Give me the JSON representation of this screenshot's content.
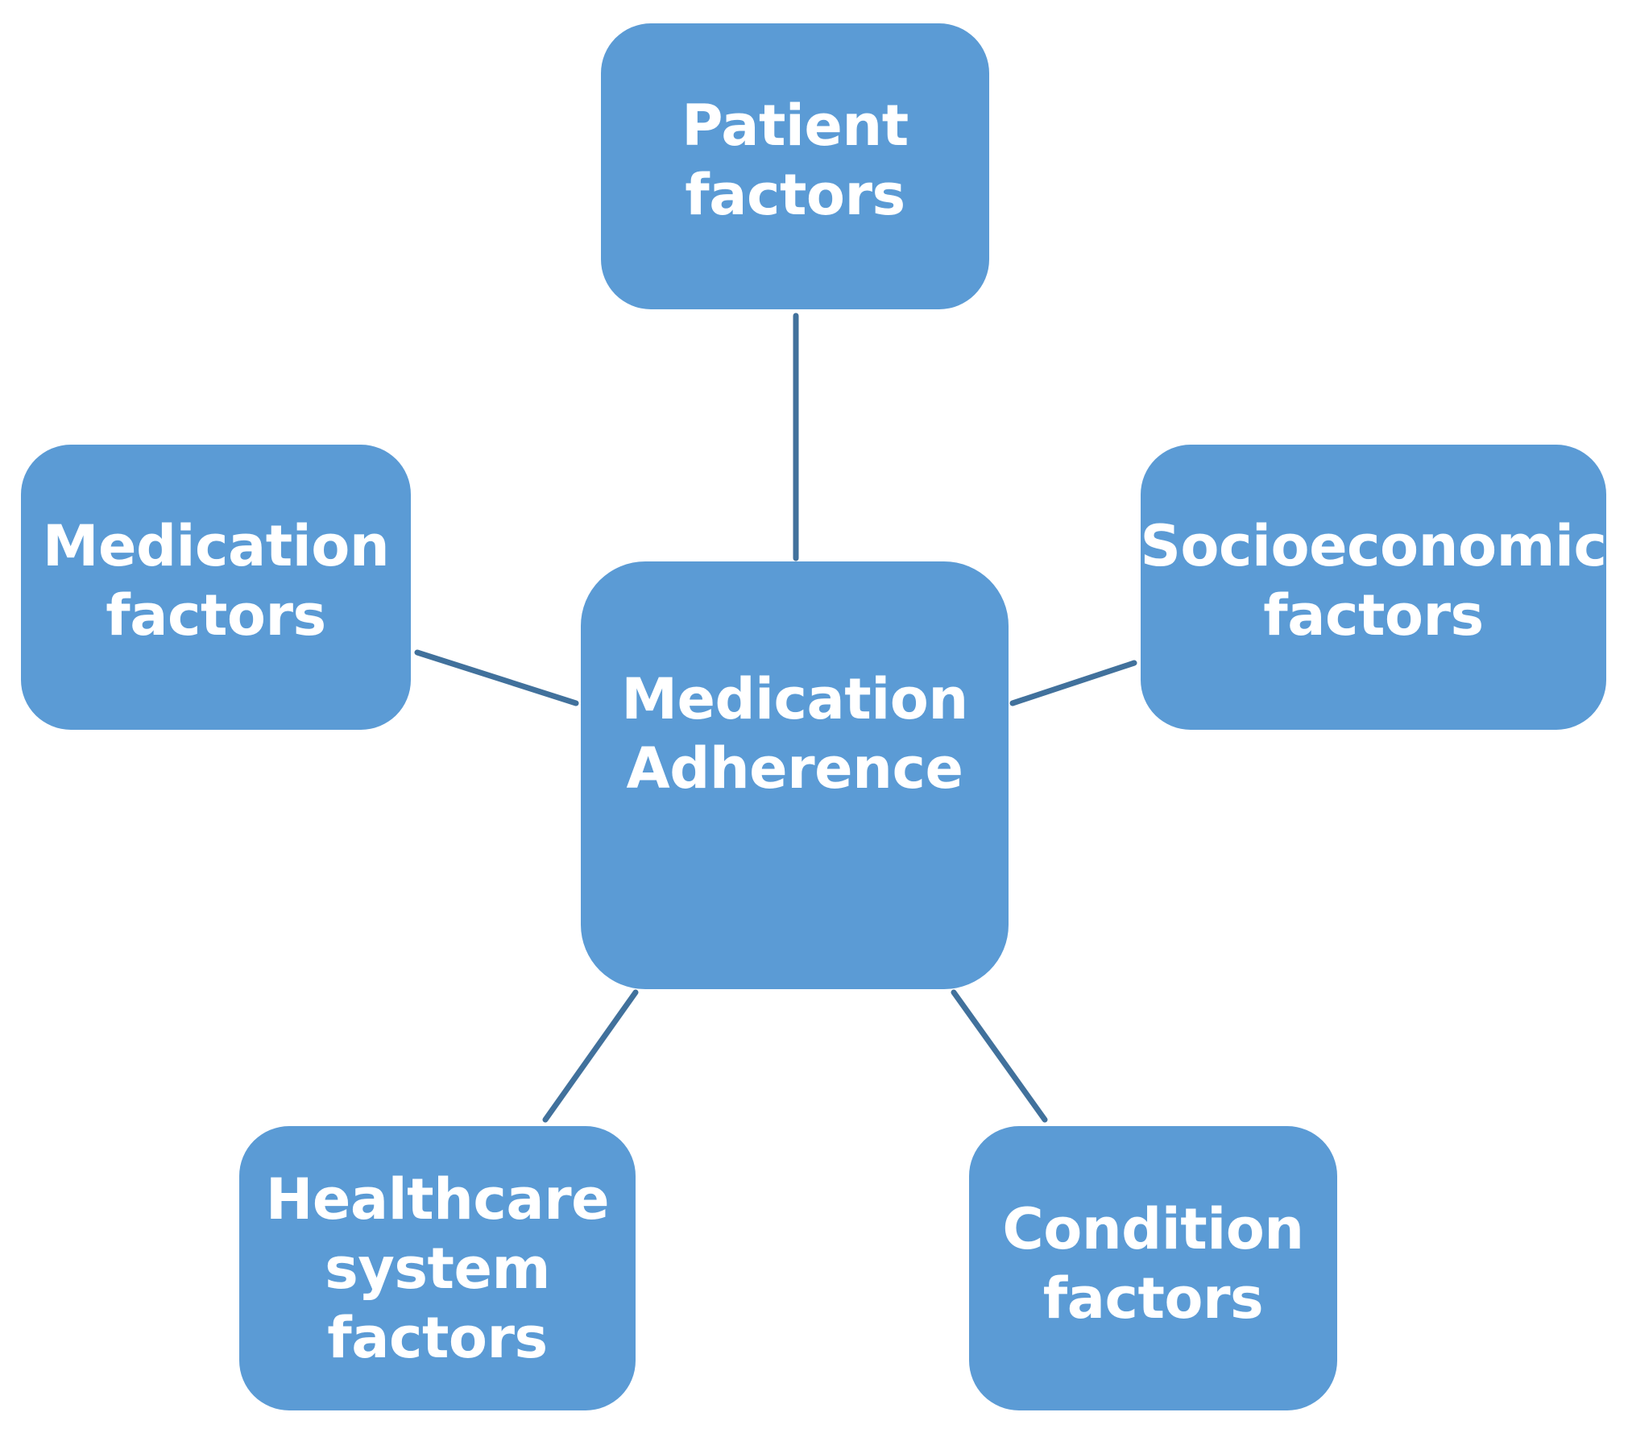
{
  "colors": {
    "node_fill": "#5b9bd5",
    "connector": "#41719c",
    "text": "#ffffff",
    "background": "#ffffff"
  },
  "diagram": {
    "center": {
      "label": "Medication\nAdherence"
    },
    "factors": [
      {
        "id": "patient",
        "label": "Patient\nfactors"
      },
      {
        "id": "socioeconomic",
        "label": "Socioeconomic\nfactors"
      },
      {
        "id": "condition",
        "label": "Condition\nfactors"
      },
      {
        "id": "healthcare",
        "label": "Healthcare\nsystem\nfactors"
      },
      {
        "id": "medication",
        "label": "Medication\nfactors"
      }
    ]
  }
}
